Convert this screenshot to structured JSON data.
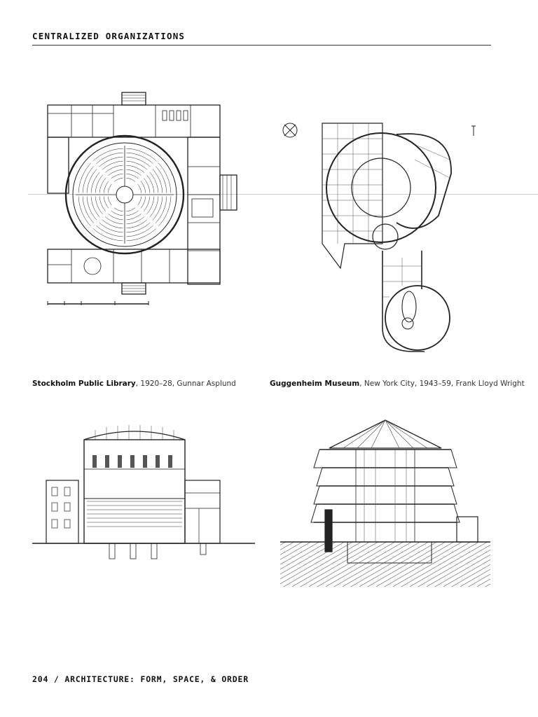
{
  "header": {
    "title": "CENTRALIZED ORGANIZATIONS"
  },
  "captions": {
    "left": {
      "name": "Stockholm Public Library",
      "detail": ", 1920–28, Gunnar Asplund"
    },
    "right": {
      "name": "Guggenheim Museum",
      "detail": ", New York City, 1943–59, Frank Lloyd Wright"
    }
  },
  "footer": {
    "text": "204 / ARCHITECTURE: FORM, SPACE, & ORDER"
  }
}
